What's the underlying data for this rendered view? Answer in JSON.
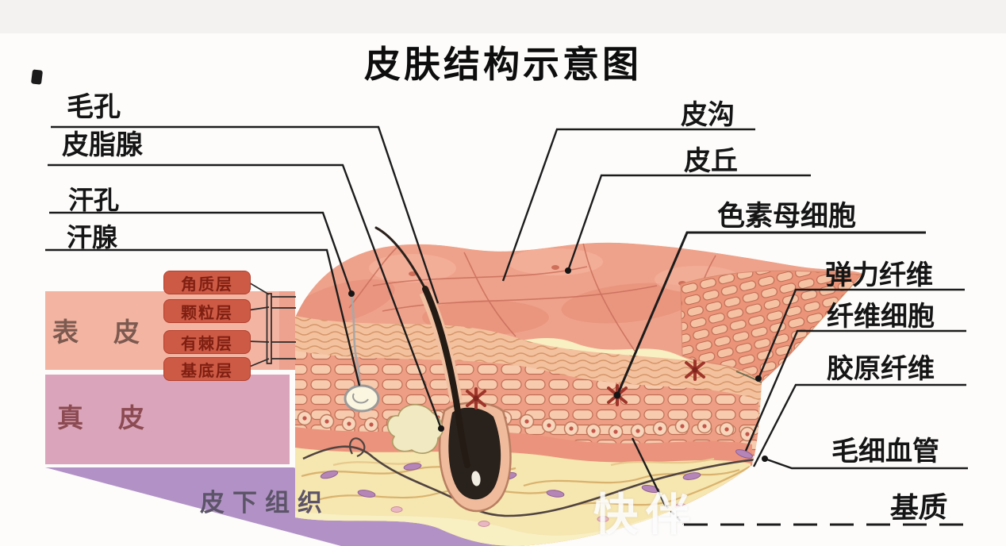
{
  "title": "皮肤结构示意图",
  "watermark": "快伴",
  "labels": {
    "pore": "毛孔",
    "sebaceous_gland": "皮脂腺",
    "sweat_pore": "汗孔",
    "sweat_gland": "汗腺",
    "epidermis": "表皮",
    "dermis": "真皮",
    "subcutaneous_tissue": "皮下组织",
    "stratum_corneum": "角质层",
    "stratum_granulosum": "颗粒层",
    "stratum_spinosum": "有棘层",
    "stratum_basale": "基底层",
    "skin_groove": "皮沟",
    "skin_mound": "皮丘",
    "melanocyte": "色素母细胞",
    "elastic_fiber": "弹力纤维",
    "fibroblast": "纤维细胞",
    "collagen_fiber": "胶原纤维",
    "capillary": "毛细血管",
    "ground_substance": "基质"
  },
  "colors": {
    "epidermis_band": "#f3b4a2",
    "dermis_band": "#daa5ba",
    "subcutis_band": "#b292c6",
    "layer_box": "#cd5a45",
    "skin_surface": "#efa28b",
    "dermis_fill": "#f6e6b0",
    "leader_line": "#1c1c1c"
  }
}
